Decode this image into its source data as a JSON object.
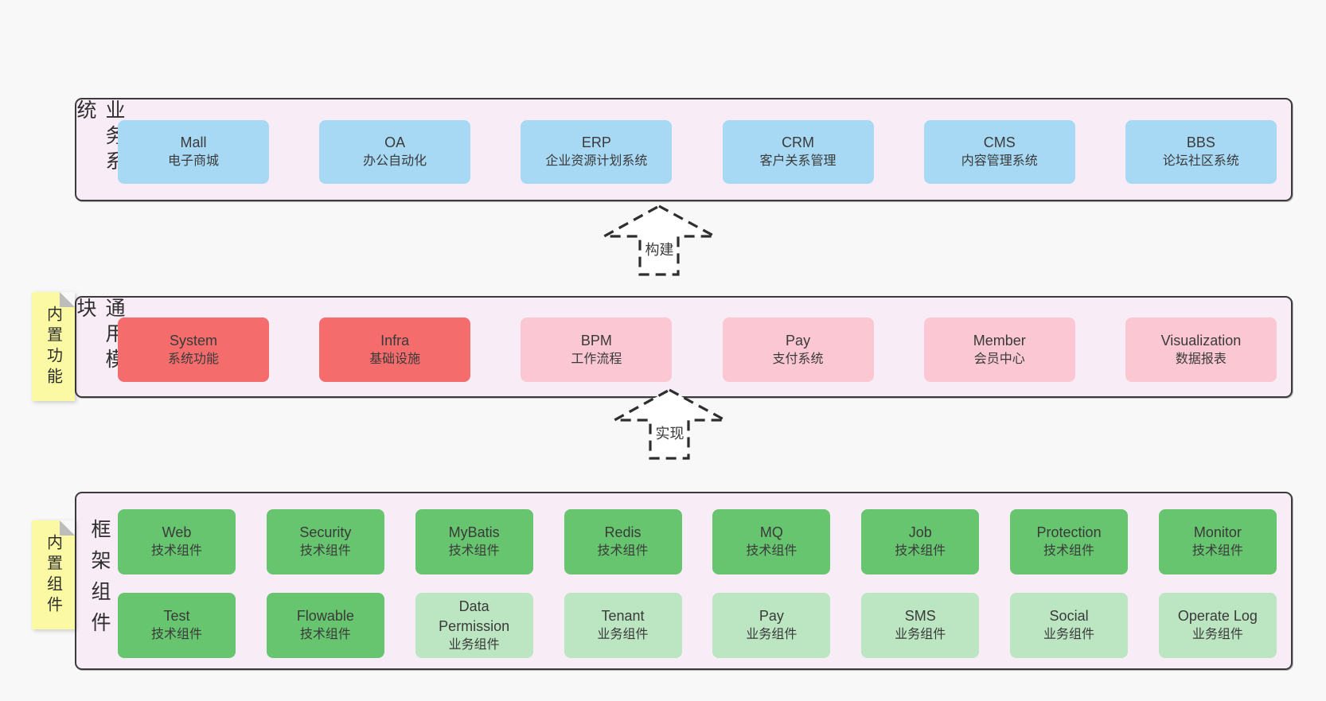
{
  "diagram": {
    "arrows": [
      {
        "label": "构建"
      },
      {
        "label": "实现"
      }
    ],
    "bands": [
      {
        "label": "业务系统",
        "boxes": [
          {
            "name": "Mall",
            "desc": "电子商城"
          },
          {
            "name": "OA",
            "desc": "办公自动化"
          },
          {
            "name": "ERP",
            "desc": "企业资源计划系统"
          },
          {
            "name": "CRM",
            "desc": "客户关系管理"
          },
          {
            "name": "CMS",
            "desc": "内容管理系统"
          },
          {
            "name": "BBS",
            "desc": "论坛社区系统"
          }
        ]
      },
      {
        "label": "通用模块",
        "note": "内置功能",
        "boxes": [
          {
            "name": "System",
            "desc": "系统功能"
          },
          {
            "name": "Infra",
            "desc": "基础设施"
          },
          {
            "name": "BPM",
            "desc": "工作流程"
          },
          {
            "name": "Pay",
            "desc": "支付系统"
          },
          {
            "name": "Member",
            "desc": "会员中心"
          },
          {
            "name": "Visualization",
            "desc": "数据报表"
          }
        ]
      },
      {
        "label": "框架组件",
        "note": "内置组件",
        "rows": [
          [
            {
              "name": "Web",
              "desc": "技术组件"
            },
            {
              "name": "Security",
              "desc": "技术组件"
            },
            {
              "name": "MyBatis",
              "desc": "技术组件"
            },
            {
              "name": "Redis",
              "desc": "技术组件"
            },
            {
              "name": "MQ",
              "desc": "技术组件"
            },
            {
              "name": "Job",
              "desc": "技术组件"
            },
            {
              "name": "Protection",
              "desc": "技术组件"
            },
            {
              "name": "Monitor",
              "desc": "技术组件"
            }
          ],
          [
            {
              "name": "Test",
              "desc": "技术组件"
            },
            {
              "name": "Flowable",
              "desc": "技术组件"
            },
            {
              "name": "Data Permission",
              "desc": "业务组件"
            },
            {
              "name": "Tenant",
              "desc": "业务组件"
            },
            {
              "name": "Pay",
              "desc": "业务组件"
            },
            {
              "name": "SMS",
              "desc": "业务组件"
            },
            {
              "name": "Social",
              "desc": "业务组件"
            },
            {
              "name": "Operate Log",
              "desc": "业务组件"
            }
          ]
        ]
      }
    ],
    "colors": {
      "page_bg": "#f8f8f8",
      "container_bg": "#f8edf6",
      "container_border": "#3b3b3b",
      "blue_box": "#a8d9f4",
      "red_box": "#f56c6c",
      "pink_box": "#fbc7d2",
      "green_box": "#67c56f",
      "light_green_box": "#bce5c1",
      "note_yellow": "#fbf9a3",
      "note_fold_gray": "#bdbdbd"
    }
  }
}
